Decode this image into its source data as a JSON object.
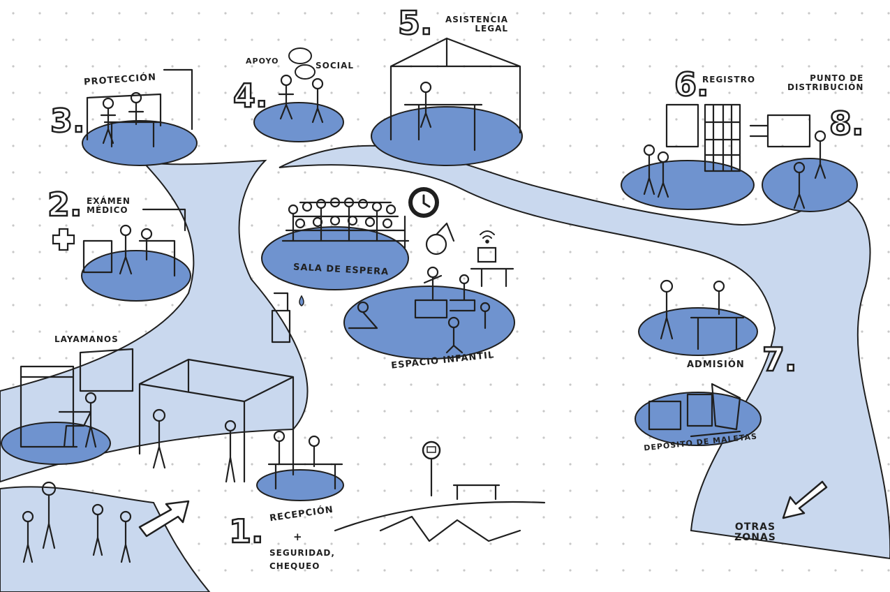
{
  "colors": {
    "path": "#c9d8ee",
    "zone": "#6f93cf",
    "zone_light": "#a9c0e6",
    "ink": "#1f1f1f",
    "dots": "#c8c8c8"
  },
  "stations": {
    "s1": {
      "number": "1.",
      "label": "RECEPCIÓN",
      "plus": "+",
      "label2_line1": "SEGURIDAD,",
      "label2_line2": "CHEQUEO"
    },
    "s2": {
      "number": "2.",
      "label_line1": "EXÁMEN",
      "label_line2": "MÉDICO"
    },
    "s3": {
      "number": "3.",
      "label": "PROTECCIÓN"
    },
    "s4": {
      "number": "4.",
      "label_left": "APOYO",
      "label_right": "SOCIAL"
    },
    "s5": {
      "number": "5.",
      "label_line1": "ASISTENCIA",
      "label_line2": "LEGAL"
    },
    "s6": {
      "number": "6.",
      "label": "REGISTRO"
    },
    "s7": {
      "number": "7.",
      "label": "ADMISIÓN"
    },
    "s8": {
      "number": "8.",
      "label_line1": "PUNTO DE",
      "label_line2": "DISTRIBUCIÓN"
    }
  },
  "areas": {
    "waiting_room": "SALA DE ESPERA",
    "kids_space": "ESPACIO INFANTIL",
    "sinks": "LAYAMANOS",
    "luggage": "DEPÓSITO DE MALETAS",
    "other": "OTRAS ZONAS"
  },
  "icons": [
    "clock-icon",
    "wifi-icon",
    "medical-cross-icon",
    "water-drop-icon",
    "arrow-icon",
    "bus-stop-icon"
  ]
}
